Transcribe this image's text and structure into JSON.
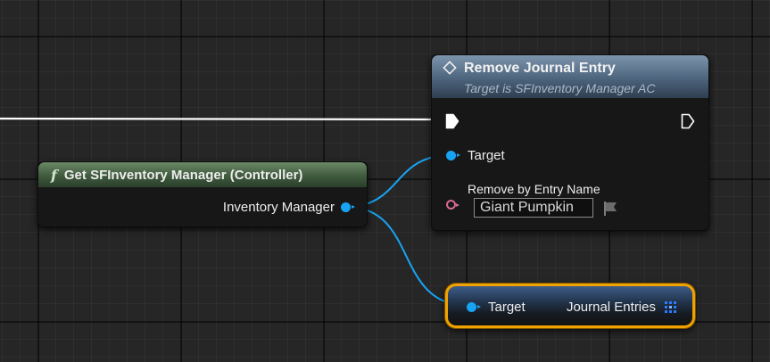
{
  "nodes": {
    "get_manager": {
      "icon": "function-icon",
      "icon_glyph": "f",
      "title": "Get SFInventory Manager (Controller)",
      "output_label": "Inventory Manager"
    },
    "remove_entry": {
      "icon": "function-diamond-icon",
      "title": "Remove Journal Entry",
      "subtitle": "Target is SFInventory Manager AC",
      "target_label": "Target",
      "entry_name_label": "Remove by Entry Name",
      "entry_name_value": "Giant Pumpkin"
    },
    "journal_entries": {
      "target_label": "Target",
      "output_label": "Journal Entries",
      "output_icon": "array-grid-icon",
      "selected": true
    }
  },
  "colors": {
    "object_pin": "#18a3f2",
    "name_pin": "#d96a94",
    "exec_wire": "#ffffff",
    "selection": "#f0a300",
    "function_header": "#4d647d",
    "pure_function_header": "#3f5a3d"
  }
}
